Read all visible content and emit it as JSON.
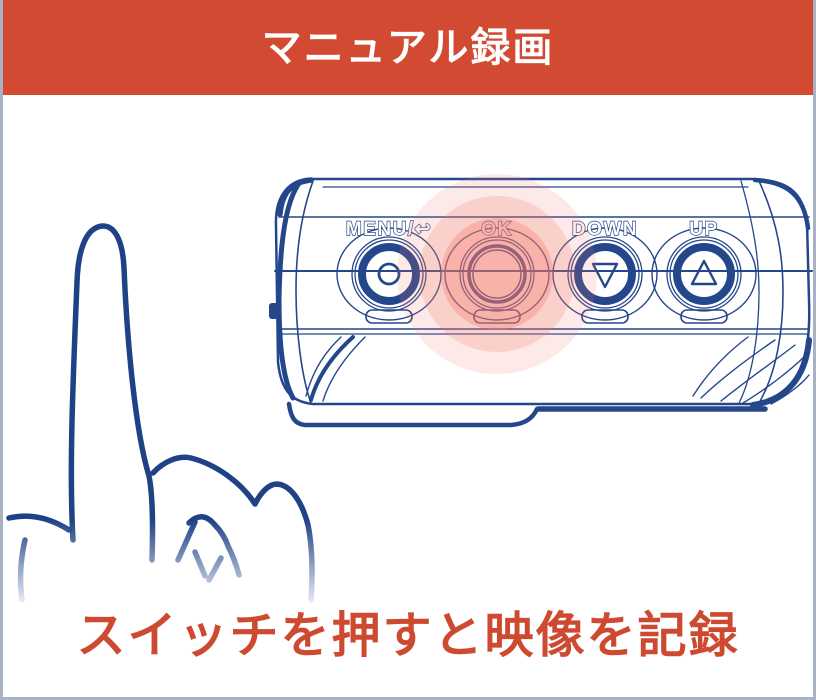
{
  "header": {
    "title": "マニュアル録画",
    "bg_color": "#d24a31",
    "text_color": "#ffffff"
  },
  "device": {
    "name": "drive-recorder-button-panel-top-view",
    "line_color": "#24478c",
    "buttons": [
      {
        "label": "MENU/↩",
        "glyph": "small-circle",
        "highlighted": false
      },
      {
        "label": "OK",
        "glyph": "none",
        "highlighted": true
      },
      {
        "label": "DOWN",
        "glyph": "triangle-down",
        "highlighted": false
      },
      {
        "label": "UP",
        "glyph": "triangle-up",
        "highlighted": false
      }
    ],
    "highlight_color": "#f2786a"
  },
  "illustration": {
    "hand": "pointing-index-finger-hand",
    "hand_color": "#1f4287"
  },
  "caption": {
    "text": "スイッチを押すと映像を記録",
    "color": "#cd4a31"
  }
}
